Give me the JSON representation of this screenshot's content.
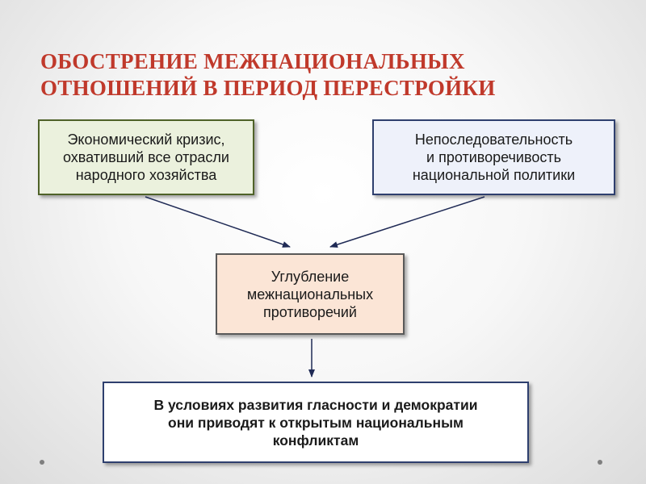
{
  "title": {
    "line1": "ОБОСТРЕНИЕ МЕЖНАЦИОНАЛЬНЫХ",
    "line2": "ОТНОШЕНИЙ В ПЕРИОД ПЕРЕСТРОЙКИ"
  },
  "boxes": {
    "left": {
      "lines": [
        "Экономический кризис,",
        "охвативший все отрасли",
        "народного хозяйства"
      ]
    },
    "right": {
      "lines": [
        "Непоследовательность",
        "и противоречивость",
        "национальной политики"
      ]
    },
    "center": {
      "lines": [
        "Углубление",
        "межнациональных",
        "противоречий"
      ]
    },
    "bottom": {
      "lines": [
        "В условиях развития гласности и демократии",
        "они приводят к открытым национальным",
        "конфликтам"
      ]
    }
  },
  "colors": {
    "title": "#c0392b",
    "left_fill": "#ebf1dd",
    "left_border": "#4f6228",
    "right_fill": "#eef1fa",
    "right_border": "#2e3f6e",
    "center_fill": "#fbe5d6",
    "bottom_border": "#2e3f6e"
  }
}
